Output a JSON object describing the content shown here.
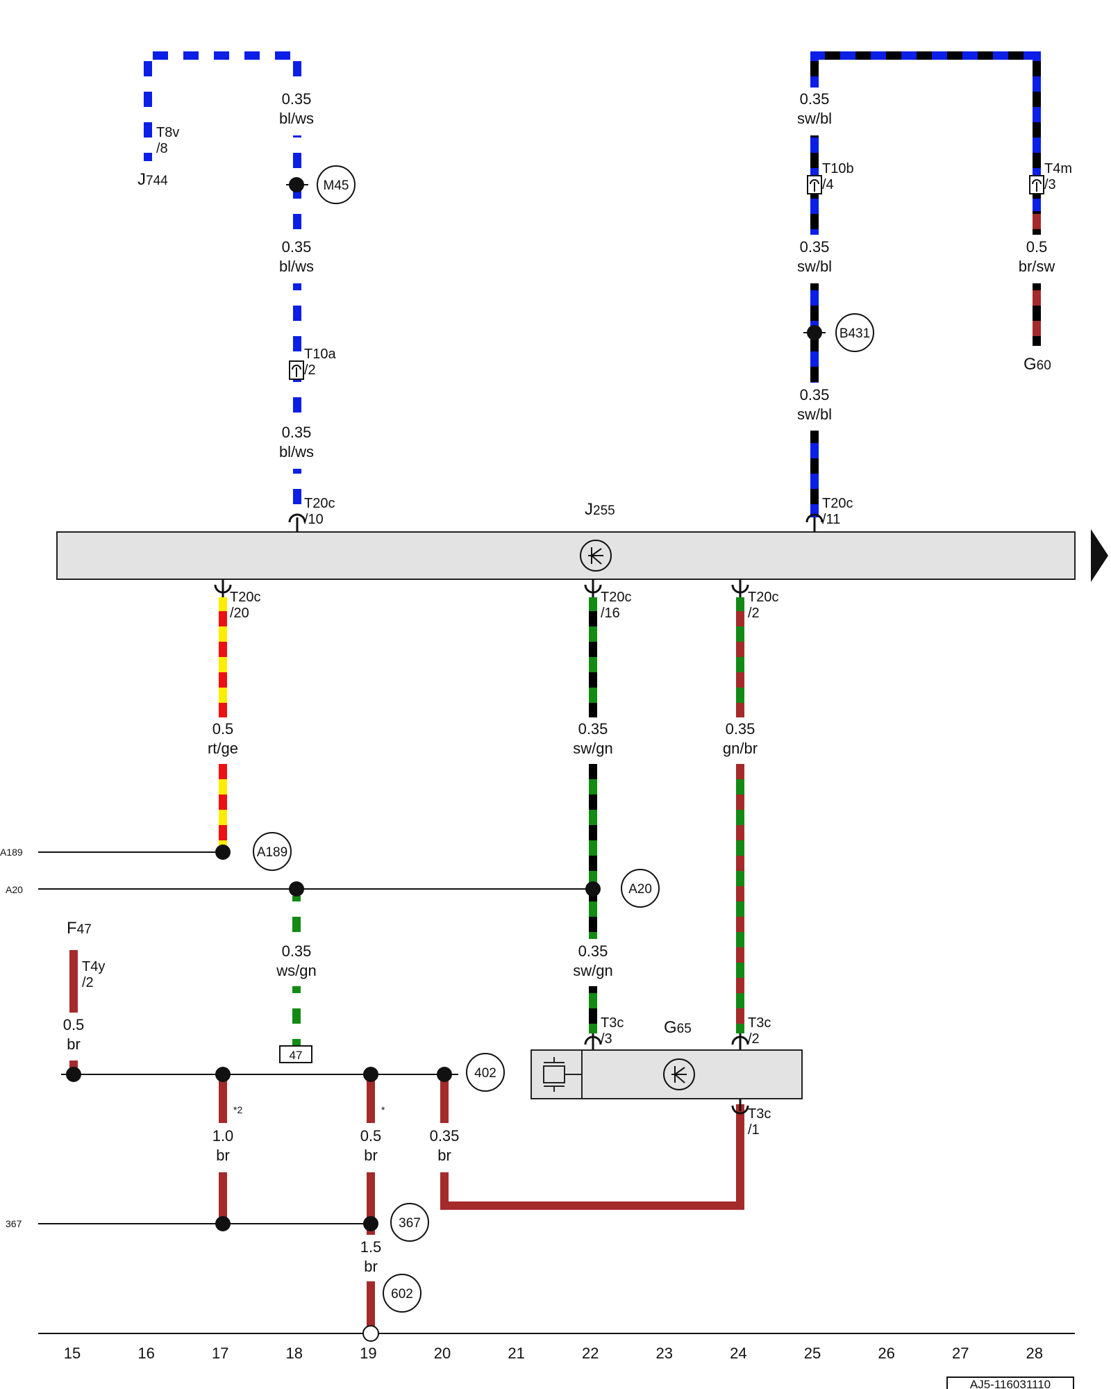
{
  "colors": {
    "bl": "#0b1fe6",
    "ws": "#ffffff",
    "sw": "#000000",
    "br": "#a52a2a",
    "rt": "#ee1111",
    "ge": "#ffee00",
    "gn": "#138a13",
    "module_fill": "#e3e3e3"
  },
  "components": {
    "J744": {
      "prefix": "J",
      "suffix": "744"
    },
    "J255": {
      "prefix": "J",
      "suffix": "255"
    },
    "G60": {
      "prefix": "G",
      "suffix": "60"
    },
    "G65": {
      "prefix": "G",
      "suffix": "65"
    },
    "F47": {
      "prefix": "F",
      "suffix": "47"
    }
  },
  "circled_refs": {
    "m45": "M45",
    "b431": "B431",
    "a189": "A189",
    "a20": "A20",
    "r402": "402",
    "r367": "367",
    "r602": "602"
  },
  "box_ref_47": "47",
  "left_refs": {
    "a189": "A189",
    "a20": "A20",
    "r367": "367"
  },
  "connectors": {
    "t8v": [
      "T8v",
      "/8"
    ],
    "t10a": [
      "T10a",
      "/2"
    ],
    "t20c_10": [
      "T20c",
      "/10"
    ],
    "t10b": [
      "T10b",
      "/4"
    ],
    "t4m": [
      "T4m",
      "/3"
    ],
    "t20c_11": [
      "T20c",
      "/11"
    ],
    "t20c_20": [
      "T20c",
      "/20"
    ],
    "t20c_16": [
      "T20c",
      "/16"
    ],
    "t20c_2": [
      "T20c",
      "/2"
    ],
    "t4y": [
      "T4y",
      "/2"
    ],
    "t3c_3": [
      "T3c",
      "/3"
    ],
    "t3c_2": [
      "T3c",
      "/2"
    ],
    "t3c_1": [
      "T3c",
      "/1"
    ]
  },
  "wire_labels": {
    "w1a": [
      "0.35",
      "bl/ws"
    ],
    "w1b": [
      "0.35",
      "bl/ws"
    ],
    "w1c": [
      "0.35",
      "bl/ws"
    ],
    "w2a": [
      "0.35",
      "sw/bl"
    ],
    "w2b": [
      "0.35",
      "sw/bl"
    ],
    "w2c": [
      "0.35",
      "sw/bl"
    ],
    "w3a": [
      "0.5",
      "br/sw"
    ],
    "w4": [
      "0.5",
      "rt/ge"
    ],
    "w5": [
      "0.35",
      "sw/gn"
    ],
    "w6": [
      "0.35",
      "gn/br"
    ],
    "w7": [
      "0.35",
      "ws/gn"
    ],
    "w8": [
      "0.35",
      "sw/gn"
    ],
    "w9": [
      "0.5",
      "br"
    ],
    "w10": [
      "1.0",
      "br"
    ],
    "w11": [
      "0.5",
      "br"
    ],
    "w12": [
      "0.35",
      "br"
    ],
    "w13": [
      "1.5",
      "br"
    ]
  },
  "notes": {
    "n17": "*2",
    "n19": "*"
  },
  "footer": {
    "columns": [
      "15",
      "16",
      "17",
      "18",
      "19",
      "20",
      "21",
      "22",
      "23",
      "24",
      "25",
      "26",
      "27",
      "28"
    ],
    "image_code": "AJ5-116031110"
  }
}
